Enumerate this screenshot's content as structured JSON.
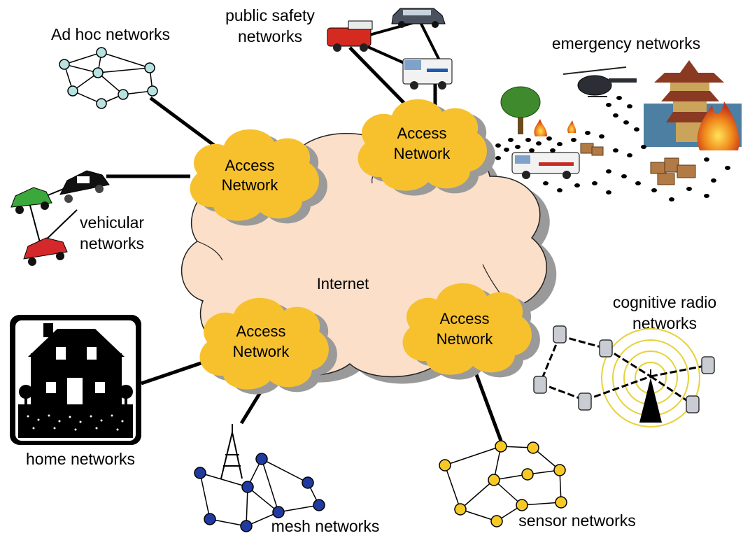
{
  "internet": {
    "label": "Internet"
  },
  "access_networks": [
    {
      "line1": "Access",
      "line2": "Network"
    },
    {
      "line1": "Access",
      "line2": "Network"
    },
    {
      "line1": "Access",
      "line2": "Network"
    },
    {
      "line1": "Access",
      "line2": "Network"
    }
  ],
  "networks": {
    "ad_hoc": "Ad hoc networks",
    "public_safety_1": "public safety",
    "public_safety_2": "networks",
    "emergency": "emergency networks",
    "vehicular_1": "vehicular",
    "vehicular_2": "networks",
    "home": "home networks",
    "cognitive_1": "cognitive radio",
    "cognitive_2": "networks",
    "mesh": "mesh networks",
    "sensor": "sensor networks"
  },
  "colors": {
    "internet_cloud": "#fbdfc9",
    "access_cloud": "#f7c12e",
    "shadow": "#9a9a9a",
    "adhoc_node": "#b6e3e0",
    "mesh_node": "#203aa0",
    "sensor_node": "#f7c925"
  }
}
